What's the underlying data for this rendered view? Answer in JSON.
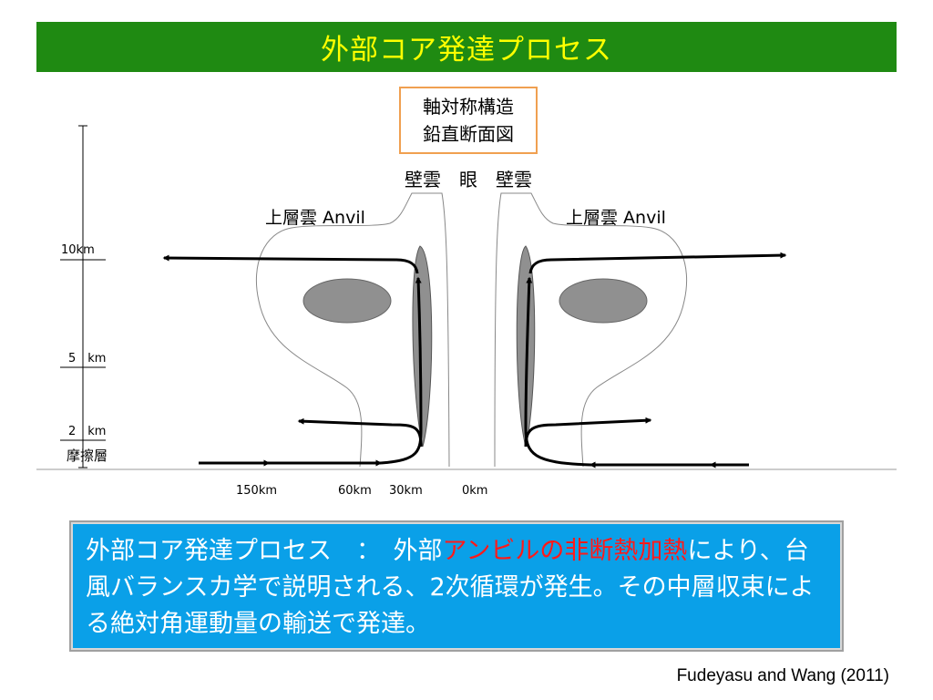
{
  "header": {
    "title": "外部コア発達プロセス"
  },
  "diagram": {
    "box_lines": [
      "軸対称構造",
      "鉛直断面図"
    ],
    "top_label": "壁雲　眼　壁雲",
    "anvil_left": "上層雲 Anvil",
    "anvil_right": "上層雲 Anvil",
    "height_labels": [
      "10km",
      "5　km",
      "2　km"
    ],
    "friction_layer": "摩擦層",
    "radius_labels": [
      "150km",
      "60km",
      "30km",
      "0km"
    ],
    "colors": {
      "arrow": "#000000",
      "wall_cloud": "#909090",
      "cloud_outline": "#888888"
    }
  },
  "summary": {
    "part1": "外部コア発達プロセス　：　外部",
    "highlight": "アンビルの非断熱加熱",
    "part2": "により、台風バランスカ学で説明される、2次循環が発生。その中層収束による絶対角運動量の輸送で発達。",
    "highlight_color": "#ff1a1a"
  },
  "citation": "Fudeyasu and Wang (2011)"
}
